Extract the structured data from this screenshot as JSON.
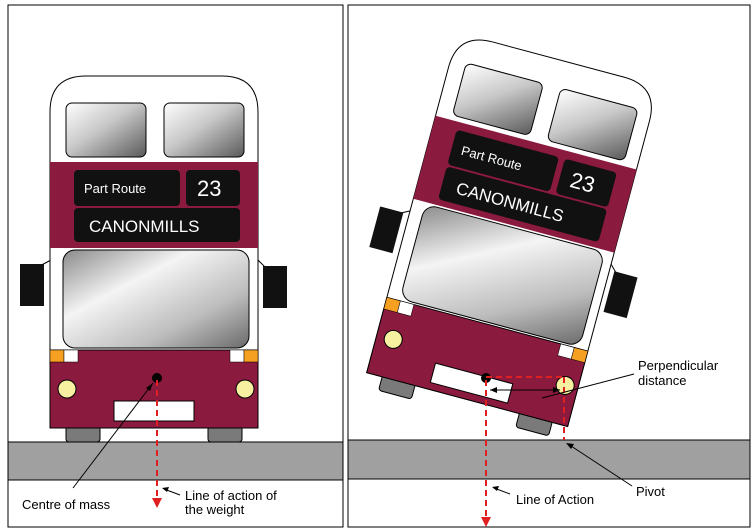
{
  "left_panel": {
    "bus": {
      "sign_small": "Part Route",
      "sign_number": "23",
      "sign_destination": "CANONMILLS"
    },
    "labels": {
      "centre_of_mass": "Centre of mass",
      "line_of_action_line1": "Line of action of",
      "line_of_action_line2": "the weight"
    }
  },
  "right_panel": {
    "bus": {
      "sign_small": "Part Route",
      "sign_number": "23",
      "sign_destination": "CANONMILLS"
    },
    "tilt_degrees": 15,
    "labels": {
      "perpendicular_line1": "Perpendicular",
      "perpendicular_line2": "distance",
      "pivot": "Pivot",
      "line_of_action": "Line of Action"
    }
  },
  "colors": {
    "bus_body": "#8b1a3f",
    "sign_background": "#111111",
    "road": "#a0a0a0",
    "wheel": "#7a7a7a",
    "headlight": "#f7f0a0",
    "indicator": "#f5a020",
    "force_line": "#e02020",
    "mirror": "#111111"
  }
}
